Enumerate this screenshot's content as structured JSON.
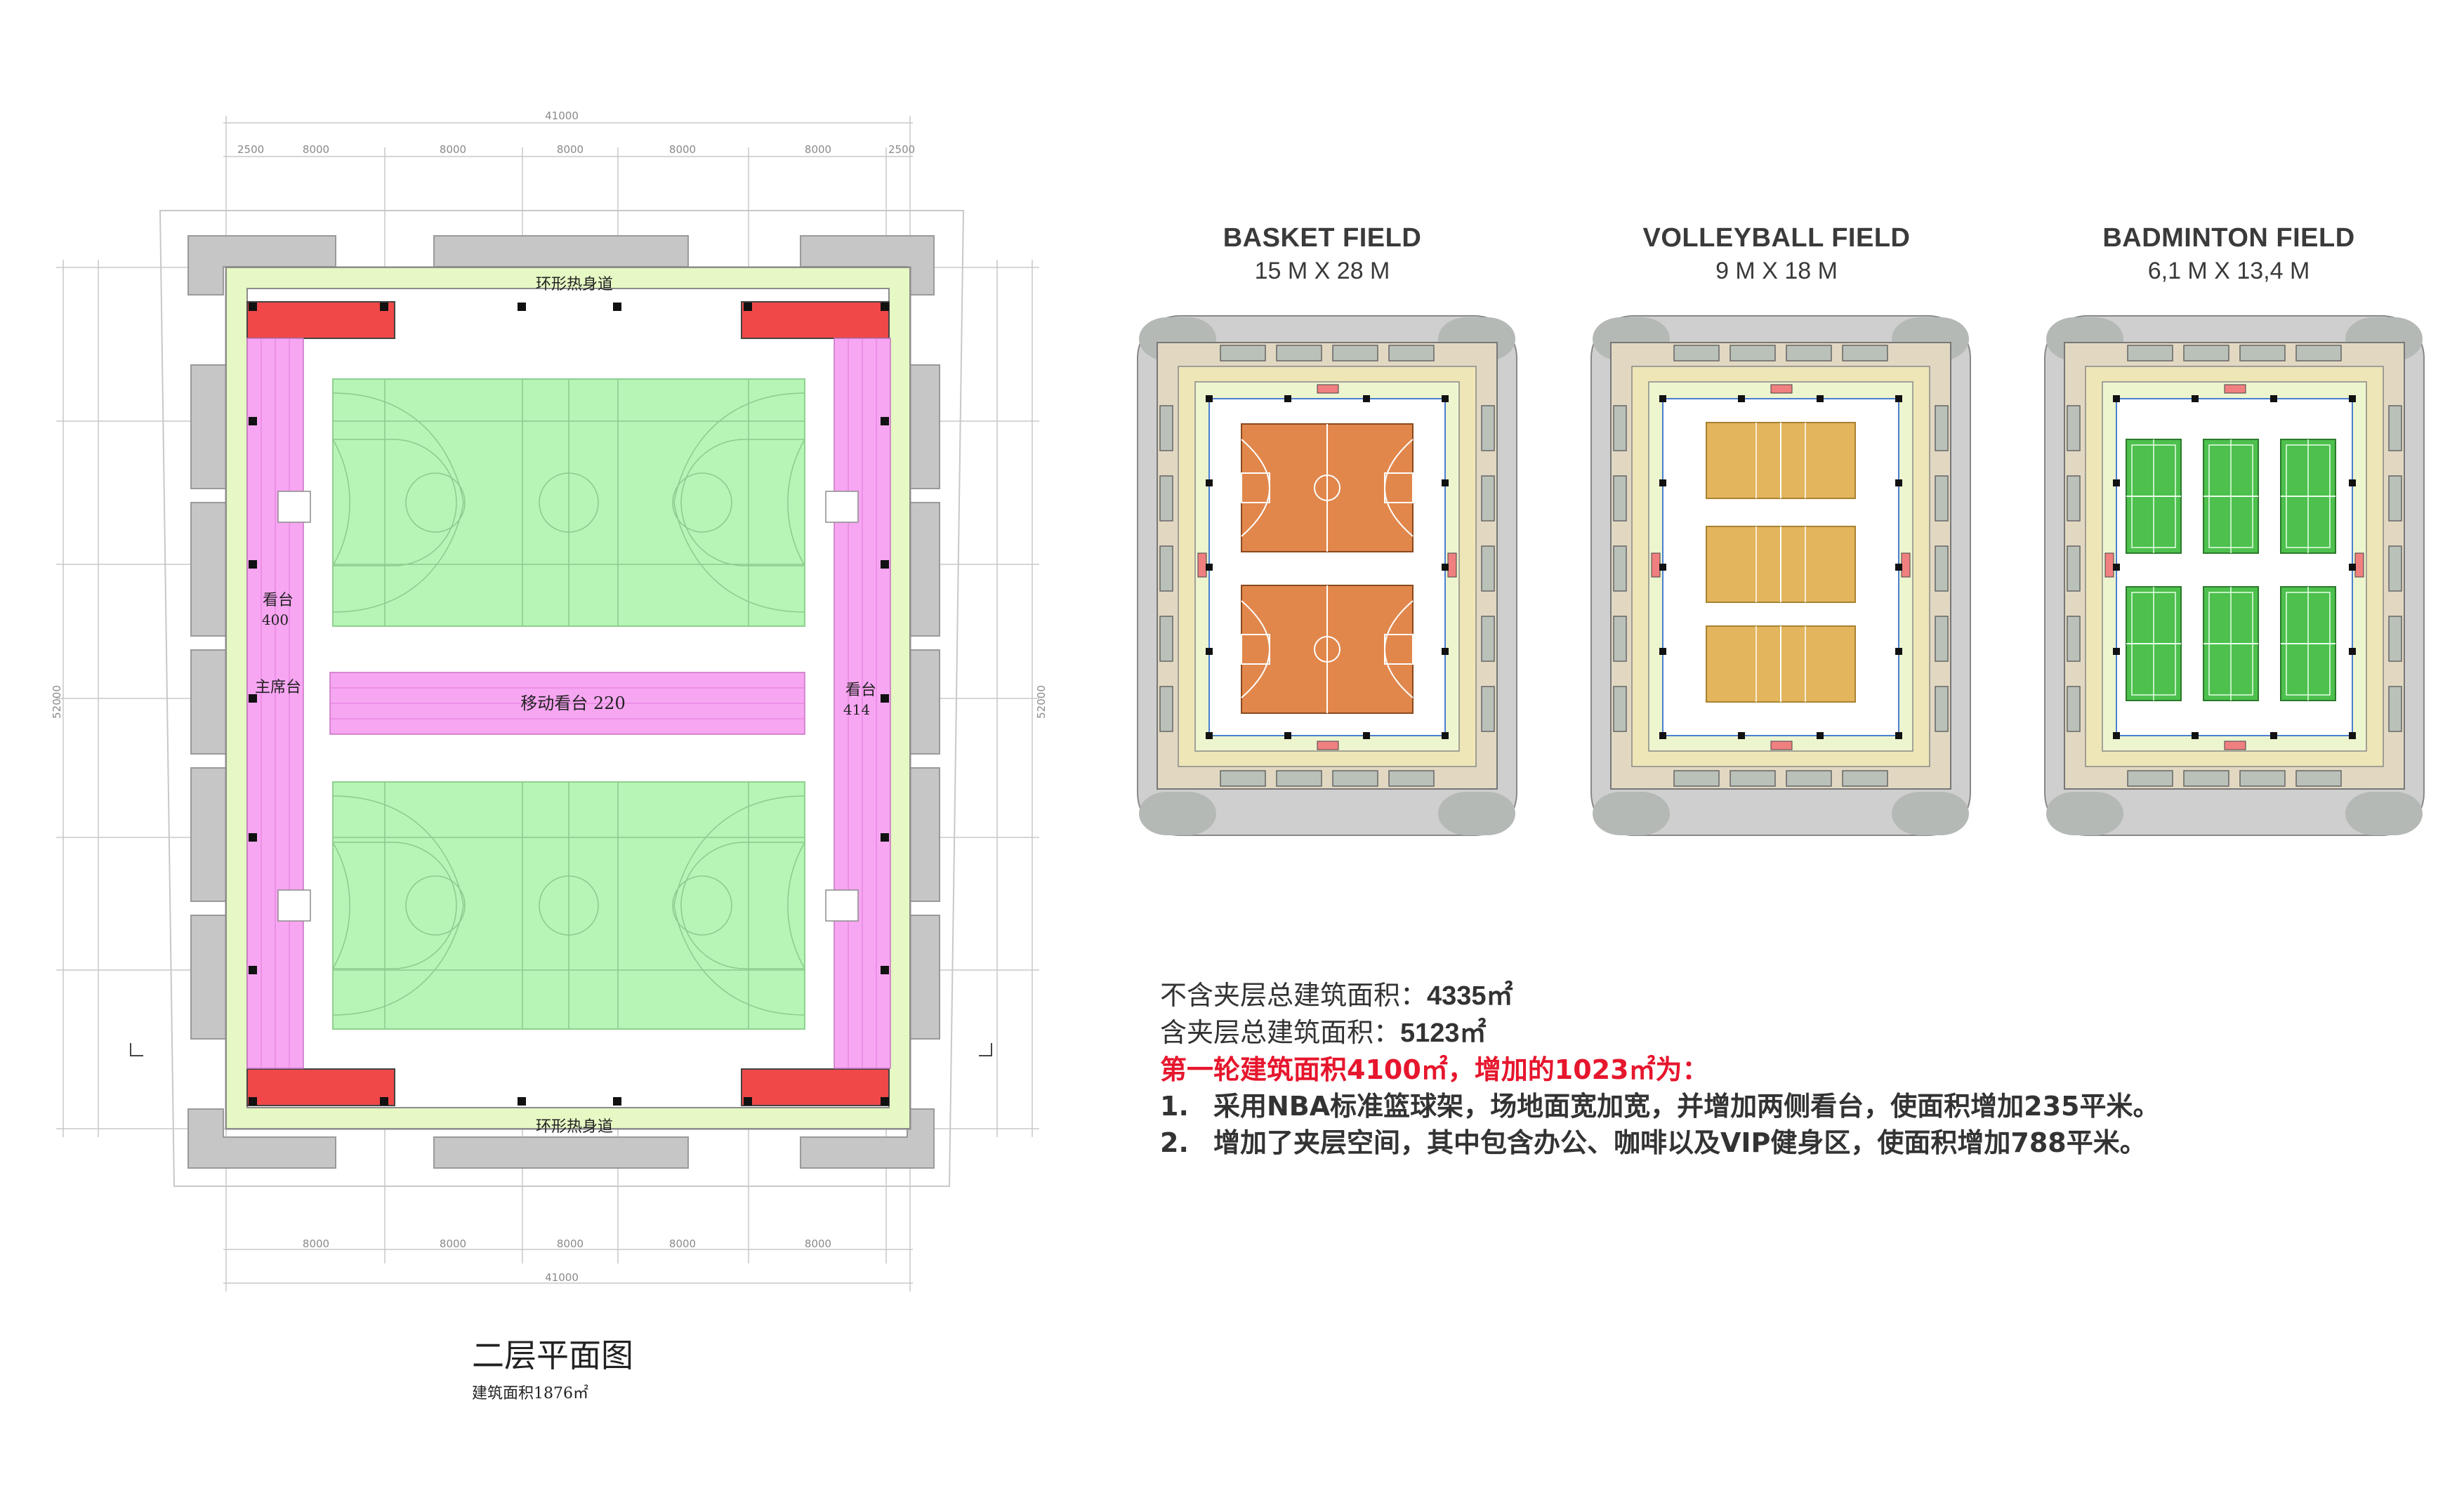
{
  "plan": {
    "title": "二层平面图",
    "area_note": "建筑面积1876㎡",
    "labels": {
      "track_top": "环形热身道",
      "track_bottom": "环形热身道",
      "stand_left": "看台",
      "stand_left_count": "400",
      "main_stand": "主席台",
      "stand_right": "看台",
      "stand_right_count": "414",
      "mobile_stand": "移动看台 220"
    },
    "dimensions": {
      "total_top": "41000",
      "total_bottom": "41000",
      "side_total_left": "52000",
      "side_total_right": "52000",
      "edge": "2500",
      "bay": "8000"
    },
    "colors": {
      "court": "#b6f5b6",
      "stands": "#f7a6f2",
      "stairs": "#f04848",
      "track": "#e6f8c3",
      "wall": "#c8c8c8"
    }
  },
  "fields": [
    {
      "title": "BASKET FIELD",
      "size": "15 M X 28 M",
      "court_color": "#e1874c",
      "type": "basketball"
    },
    {
      "title": "VOLLEYBALL FIELD",
      "size": "9 M X 18 M",
      "court_color": "#e3b55d",
      "type": "volleyball"
    },
    {
      "title": "BADMINTON FIELD",
      "size": "6,1 M X 13,4 M",
      "court_color": "#4dc04d",
      "type": "badminton"
    }
  ],
  "notes": {
    "line1_label": "不含夹层总建筑面积：",
    "line1_value": "4335㎡",
    "line2_label": "含夹层总建筑面积：",
    "line2_value": "5123㎡",
    "line3": "第一轮建筑面积4100㎡，增加的1023㎡为：",
    "items": [
      {
        "num": "1.",
        "text": "采用NBA标准篮球架，场地面宽加宽，并增加两侧看台，使面积增加235平米。"
      },
      {
        "num": "2.",
        "text": "增加了夹层空间，其中包含办公、咖啡以及VIP健身区，使面积增加788平米。"
      }
    ]
  }
}
